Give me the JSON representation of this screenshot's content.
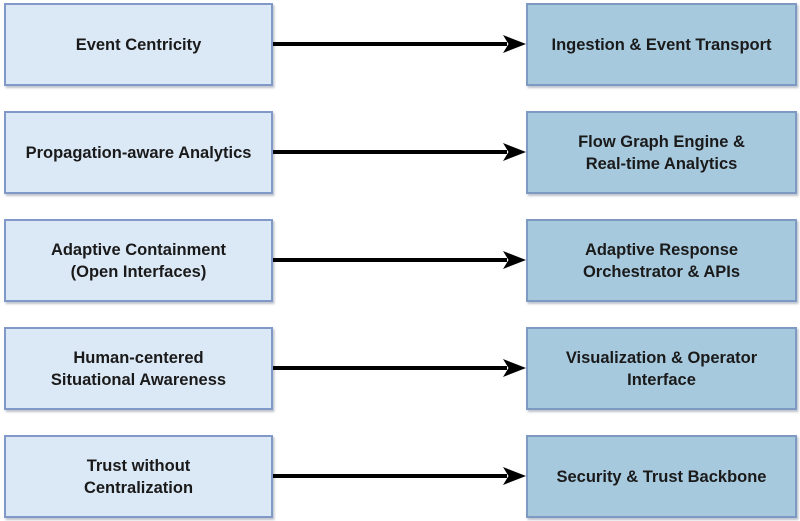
{
  "diagram": {
    "title_hint": "principles-to-components mapping",
    "rows": [
      {
        "left": {
          "line1": "Event Centricity",
          "line2": ""
        },
        "right": {
          "line1": "Ingestion & Event Transport",
          "line2": ""
        }
      },
      {
        "left": {
          "line1": "Propagation-aware Analytics",
          "line2": ""
        },
        "right": {
          "line1": "Flow Graph Engine &",
          "line2": "Real-time Analytics"
        }
      },
      {
        "left": {
          "line1": "Adaptive Containment",
          "line2": "(Open Interfaces)"
        },
        "right": {
          "line1": "Adaptive Response",
          "line2": "Orchestrator & APIs"
        }
      },
      {
        "left": {
          "line1": "Human-centered",
          "line2": "Situational Awareness"
        },
        "right": {
          "line1": "Visualization & Operator",
          "line2": "Interface"
        }
      },
      {
        "left": {
          "line1": "Trust without",
          "line2": "Centralization"
        },
        "right": {
          "line1": "Security & Trust Backbone",
          "line2": ""
        }
      }
    ],
    "colors": {
      "left_box_fill": "#dbe9f6",
      "left_box_border": "#8199c6",
      "right_box_fill": "#a6c9de",
      "right_box_border": "#7e9ac2",
      "arrow": "#000000",
      "text": "#1a1a1a",
      "background": "#ffffff"
    }
  }
}
